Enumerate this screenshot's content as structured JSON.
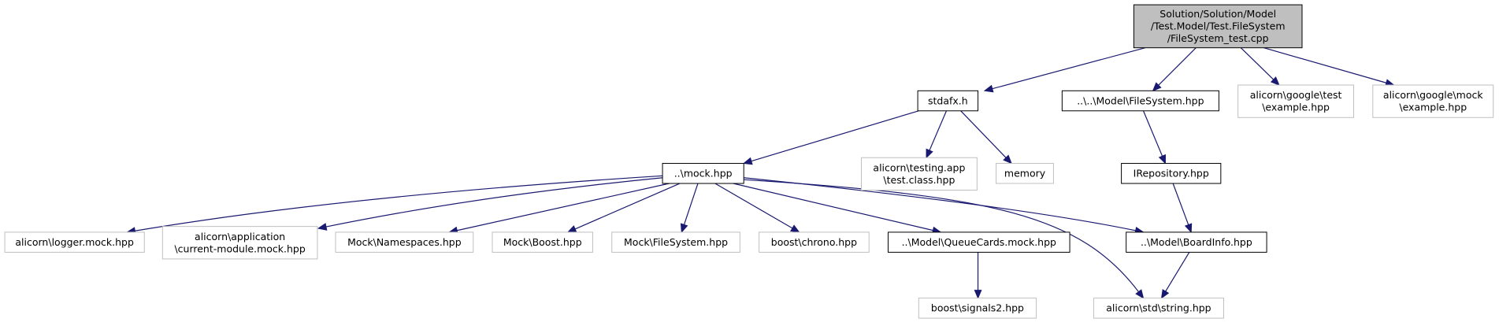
{
  "graph": {
    "kind": "include-dependency-graph",
    "colors": {
      "edge": "#191970",
      "root_fill": "#bfbfbf",
      "documented_border": "#000000",
      "external_border": "#bfbfbf",
      "background": "#ffffff"
    },
    "nodes": [
      {
        "id": "root",
        "lines": [
          "Solution/Solution/Model",
          "/Test.Model/Test.FileSystem",
          "/FileSystem_test.cpp"
        ],
        "style": "root"
      },
      {
        "id": "stdafx",
        "lines": [
          "stdafx.h"
        ],
        "style": "documented"
      },
      {
        "id": "model_filesystem",
        "lines": [
          "..\\..\\Model\\FileSystem.hpp"
        ],
        "style": "documented"
      },
      {
        "id": "google_test",
        "lines": [
          "alicorn\\google\\test",
          "\\example.hpp"
        ],
        "style": "external"
      },
      {
        "id": "google_mock",
        "lines": [
          "alicorn\\google\\mock",
          "\\example.hpp"
        ],
        "style": "external"
      },
      {
        "id": "mock",
        "lines": [
          "..\\mock.hpp"
        ],
        "style": "documented"
      },
      {
        "id": "testing_app",
        "lines": [
          "alicorn\\testing.app",
          "\\test.class.hpp"
        ],
        "style": "external"
      },
      {
        "id": "memory",
        "lines": [
          "memory"
        ],
        "style": "external"
      },
      {
        "id": "irepository",
        "lines": [
          "IRepository.hpp"
        ],
        "style": "documented"
      },
      {
        "id": "logger",
        "lines": [
          "alicorn\\logger.mock.hpp"
        ],
        "style": "external"
      },
      {
        "id": "current_module",
        "lines": [
          "alicorn\\application",
          "\\current-module.mock.hpp"
        ],
        "style": "external"
      },
      {
        "id": "namespaces",
        "lines": [
          "Mock\\Namespaces.hpp"
        ],
        "style": "external"
      },
      {
        "id": "mock_boost",
        "lines": [
          "Mock\\Boost.hpp"
        ],
        "style": "external"
      },
      {
        "id": "mock_filesystem",
        "lines": [
          "Mock\\FileSystem.hpp"
        ],
        "style": "external"
      },
      {
        "id": "chrono",
        "lines": [
          "boost\\chrono.hpp"
        ],
        "style": "external"
      },
      {
        "id": "queuecards",
        "lines": [
          "..\\Model\\QueueCards.mock.hpp"
        ],
        "style": "documented"
      },
      {
        "id": "boardinfo",
        "lines": [
          "..\\Model\\BoardInfo.hpp"
        ],
        "style": "documented"
      },
      {
        "id": "signals2",
        "lines": [
          "boost\\signals2.hpp"
        ],
        "style": "external"
      },
      {
        "id": "string",
        "lines": [
          "alicorn\\std\\string.hpp"
        ],
        "style": "external"
      }
    ],
    "edges": [
      {
        "from": "root",
        "to": "stdafx"
      },
      {
        "from": "root",
        "to": "model_filesystem"
      },
      {
        "from": "root",
        "to": "google_test"
      },
      {
        "from": "root",
        "to": "google_mock"
      },
      {
        "from": "stdafx",
        "to": "mock"
      },
      {
        "from": "stdafx",
        "to": "testing_app"
      },
      {
        "from": "stdafx",
        "to": "memory"
      },
      {
        "from": "model_filesystem",
        "to": "irepository"
      },
      {
        "from": "irepository",
        "to": "boardinfo"
      },
      {
        "from": "mock",
        "to": "logger"
      },
      {
        "from": "mock",
        "to": "current_module"
      },
      {
        "from": "mock",
        "to": "namespaces"
      },
      {
        "from": "mock",
        "to": "mock_boost"
      },
      {
        "from": "mock",
        "to": "mock_filesystem"
      },
      {
        "from": "mock",
        "to": "chrono"
      },
      {
        "from": "mock",
        "to": "queuecards"
      },
      {
        "from": "mock",
        "to": "boardinfo"
      },
      {
        "from": "mock",
        "to": "string"
      },
      {
        "from": "queuecards",
        "to": "signals2"
      },
      {
        "from": "boardinfo",
        "to": "string"
      }
    ]
  }
}
